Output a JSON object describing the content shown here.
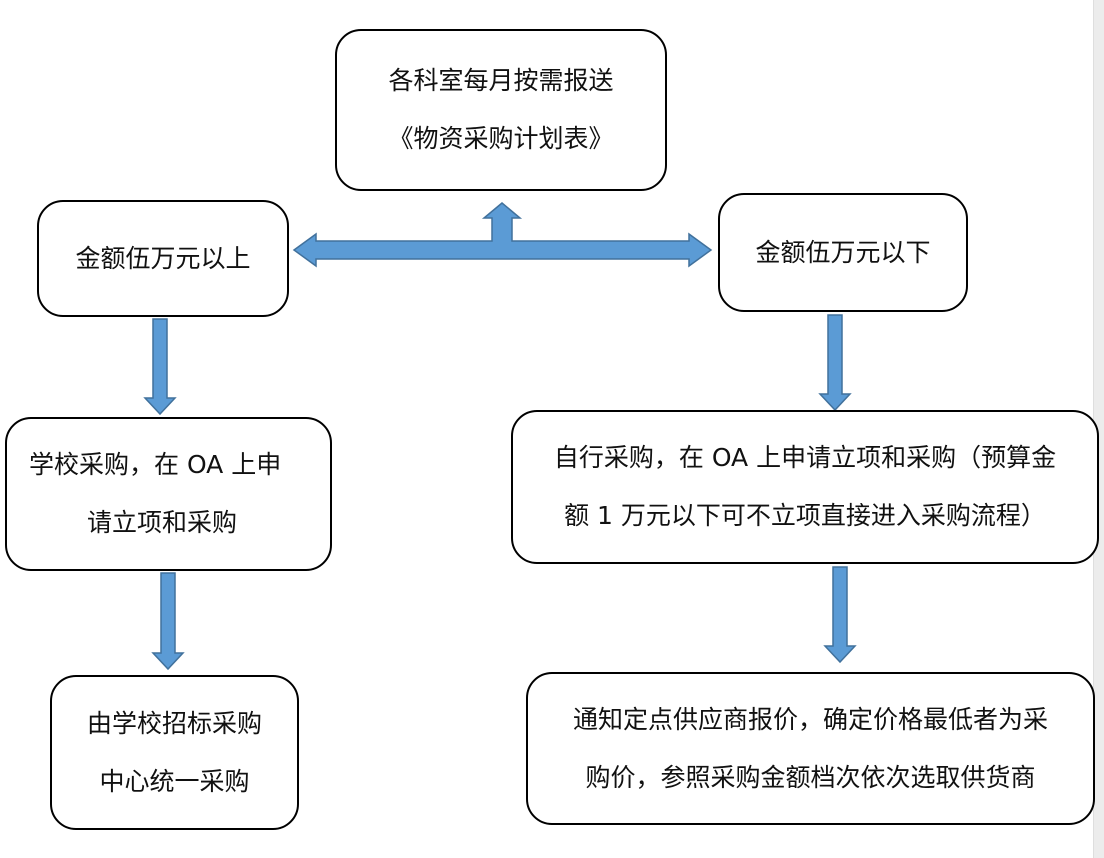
{
  "diagram": {
    "top_box": {
      "line1": "各科室每月按需报送",
      "line2": "《物资采购计划表》"
    },
    "left_branch": {
      "condition": "金额伍万元以上",
      "step1": {
        "line1": "学校采购，在 OA 上申",
        "line2": "请立项和采购"
      },
      "step2": {
        "line1": "由学校招标采购",
        "line2": "中心统一采购"
      }
    },
    "right_branch": {
      "condition": "金额伍万元以下",
      "step1": {
        "line1": "自行采购，在 OA 上申请立项和采购（预算金",
        "line2": "额 1 万元以下可不立项直接进入采购流程）"
      },
      "step2": {
        "line1": "通知定点供应商报价，确定价格最低者为采",
        "line2": "购价，参照采购金额档次依次选取供货商"
      }
    },
    "colors": {
      "arrow_fill": "#5b9bd5",
      "arrow_stroke": "#41719c",
      "box_border": "#000000"
    }
  }
}
